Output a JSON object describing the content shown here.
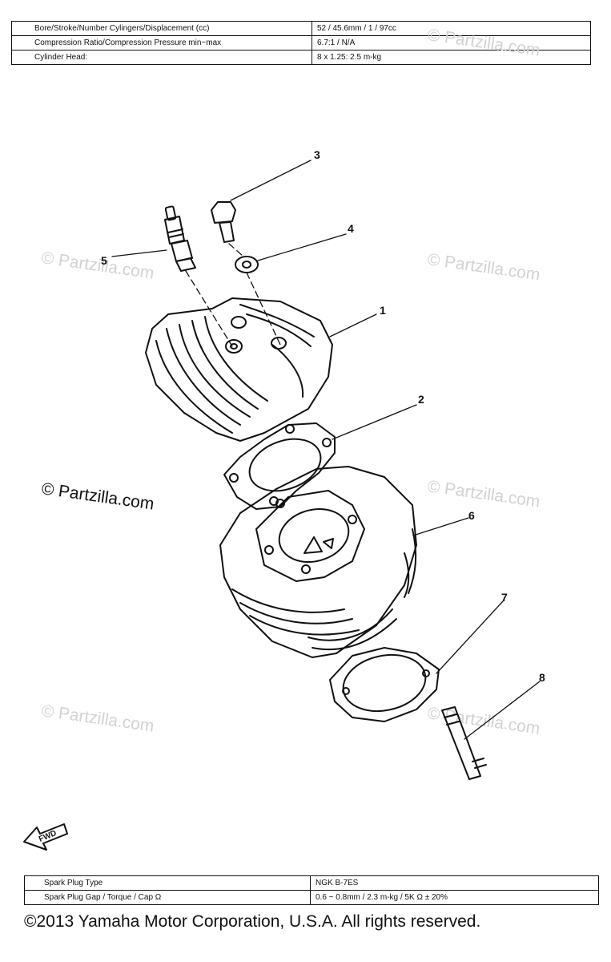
{
  "top_specs": [
    {
      "label": "Bore/Stroke/Number Cylingers/Displacement (cc)",
      "value": "52 / 45.6mm / 1 / 97cc"
    },
    {
      "label": "Compression Ratio/Compression Pressure min~max",
      "value": "6.7:1 / N/A"
    },
    {
      "label": "Cylinder Head:",
      "value": "8 x 1.25: 2.5 m-kg"
    }
  ],
  "bottom_specs": [
    {
      "label": "Spark Plug Type",
      "value": "NGK B-7ES"
    },
    {
      "label": "Spark Plug Gap / Torque / Cap Ω",
      "value": "0.6 ~ 0.8mm / 2.3 m-kg / 5K Ω ± 20%"
    }
  ],
  "callouts": [
    "1",
    "2",
    "3",
    "4",
    "5",
    "6",
    "7",
    "8"
  ],
  "fwd_label": "FWD",
  "watermark_text": "© Partzilla.com",
  "copyright_text": "© Partzilla.com",
  "footer_text": "©2013 Yamaha Motor Corporation, U.S.A. All rights reserved."
}
